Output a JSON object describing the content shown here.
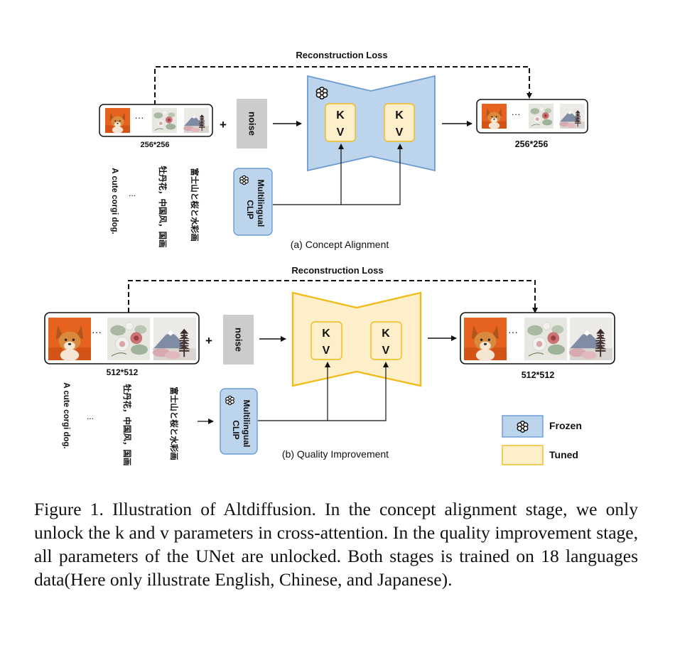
{
  "stage_a": {
    "loss_label": "Reconstruction Loss",
    "resolution_in": "256*256",
    "resolution_out": "256*256",
    "noise_label": "noise",
    "plus": "+",
    "ellipsis": "···",
    "kv_k": "K",
    "kv_v": "V",
    "encoder_label_1": "Multilingual",
    "encoder_label_2": "CLIP",
    "prompts": [
      "A cute corgi dog.",
      "牡丹花，中国风，国画",
      "富士山と桜と水彩画"
    ],
    "prompt_ellipsis": "...",
    "caption": "(a) Concept Alignment",
    "unet_state": "frozen"
  },
  "stage_b": {
    "loss_label": "Reconstruction Loss",
    "resolution_in": "512*512",
    "resolution_out": "512*512",
    "noise_label": "noise",
    "plus": "+",
    "ellipsis": "···",
    "kv_k": "K",
    "kv_v": "V",
    "encoder_label_1": "Multilingual",
    "encoder_label_2": "CLIP",
    "prompts": [
      "A cute corgi dog.",
      "牡丹花，中国风，国画",
      "富士山と桜と水彩画"
    ],
    "prompt_ellipsis": "...",
    "caption": "(b) Quality Improvement",
    "unet_state": "tuned"
  },
  "legend": {
    "frozen_label": "Frozen",
    "tuned_label": "Tuned"
  },
  "colors": {
    "frozen_fill": "#bcd4ec",
    "frozen_stroke": "#6a9bd1",
    "tuned_fill": "#fdefc9",
    "tuned_stroke": "#f0bc1c",
    "noise_fill": "#cccccc"
  },
  "figure_caption": "Figure 1.  Illustration of Altdiffusion.  In the concept alignment stage, we only unlock the k and v parameters in cross-attention. In the quality improvement stage, all parameters of the UNet are unlocked.  Both stages is trained on 18 languages data(Here only illustrate English, Chinese, and Japanese)."
}
